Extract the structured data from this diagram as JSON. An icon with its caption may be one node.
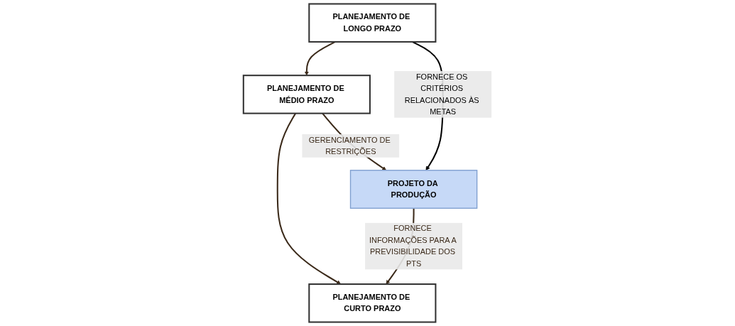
{
  "diagram": {
    "nodes": [
      {
        "text": [
          "PLANEJAMENTO DE LONGO PRAZO"
        ]
      },
      {
        "text": [
          "PLANEJAMENTO DE MÉDIO PRAZO"
        ]
      },
      {
        "text": [
          "PLANEJAMENTO DE CURTO PRAZO"
        ]
      },
      {
        "text": [
          "PROJETO DA PRODUÇÃO"
        ]
      }
    ],
    "edges": [
      {
        "from": 0,
        "to": 1,
        "arrow": "to"
      },
      {
        "from": 1,
        "to": 2,
        "arrow": "to"
      },
      {
        "from": 0,
        "to": 3,
        "arrow": "to",
        "label": "FORNECE OS CRITÉRIOS RELACIONADOS ÀS METAS",
        "color": "#000000"
      },
      {
        "from": 1,
        "to": 3,
        "arrow": "to",
        "label": "GERENCIAMENTO DE RESTRIÇÕES"
      },
      {
        "from": 3,
        "to": 2,
        "arrow": "to",
        "label": "FORNECE INFORMAÇÕES PARA A PREVISIBILIDADE DOS PTS"
      }
    ]
  }
}
